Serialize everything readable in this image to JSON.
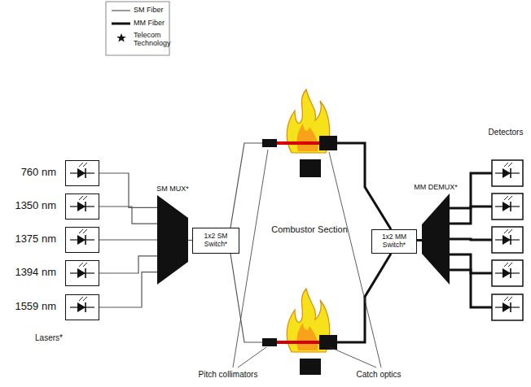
{
  "diagram": {
    "nodes": [
      {
        "text": [
          "760 nm"
        ]
      },
      {
        "text": [
          "1350 nm"
        ]
      },
      {
        "text": [
          "1375 nm"
        ]
      },
      {
        "text": [
          "1394 nm"
        ]
      },
      {
        "text": [
          "1559 nm"
        ]
      },
      {
        "text": [
          "SM MUX*"
        ]
      },
      {
        "text": [
          "1x2 SM Switch*"
        ]
      },
      {
        "text": [
          "1x2 MM Switch*"
        ]
      },
      {
        "text": [
          "MM DEMUX*"
        ]
      }
    ],
    "edges": [
      {
        "from": 0,
        "to": 5,
        "arrow": "none"
      },
      {
        "from": 1,
        "to": 5,
        "arrow": "none"
      },
      {
        "from": 2,
        "to": 5,
        "arrow": "none"
      },
      {
        "from": 3,
        "to": 5,
        "arrow": "none"
      },
      {
        "from": 4,
        "to": 5,
        "arrow": "none"
      },
      {
        "from": 5,
        "to": 6,
        "arrow": "none"
      },
      {
        "from": 7,
        "to": 8,
        "arrow": "none"
      }
    ],
    "labels": [
      "Combustor Section",
      "Detectors",
      "Lasers*",
      "Pitch collimators",
      "Catch optics"
    ],
    "legend": [
      {
        "text": "SM Fiber"
      },
      {
        "text": "MM Fiber"
      },
      {
        "text": "Telecom Technology"
      }
    ]
  }
}
